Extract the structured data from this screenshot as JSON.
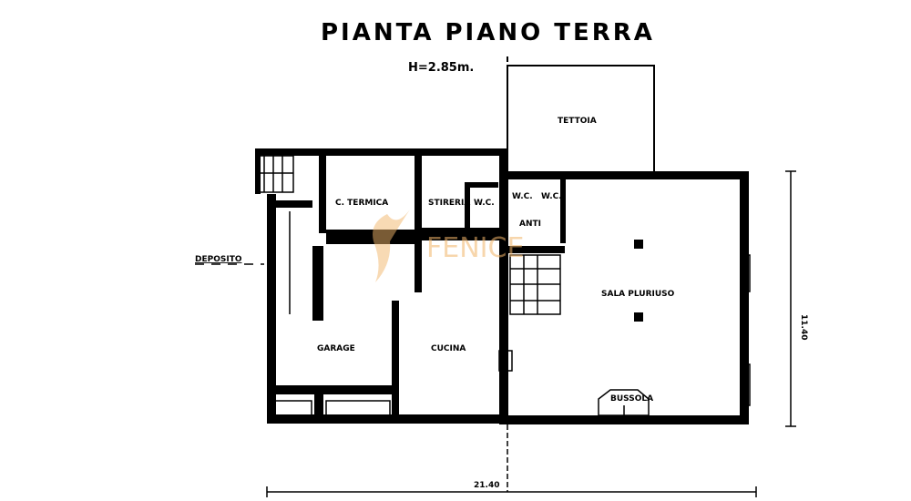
{
  "title": "PIANTA PIANO  TERRA",
  "height_note": "H=2.85m.",
  "rooms": {
    "tettoia": "TETTOIA",
    "centrale_termica": "C. TERMICA",
    "stireria": "STIRERIA",
    "wc_1": "W.C.",
    "wc_2": "W.C.",
    "wc_3": "W.C.",
    "anti": "ANTI",
    "deposito": "DEPOSITO",
    "garage": "GARAGE",
    "cucina": "CUCINA",
    "sala": "SALA PLURIUSO",
    "bussola": "BUSSOLA"
  },
  "dimensions": {
    "width": "21.40",
    "depth": "11.40"
  },
  "watermark": "FENICE",
  "colors": {
    "ink": "#000000",
    "watermark": "#f2b56a"
  }
}
